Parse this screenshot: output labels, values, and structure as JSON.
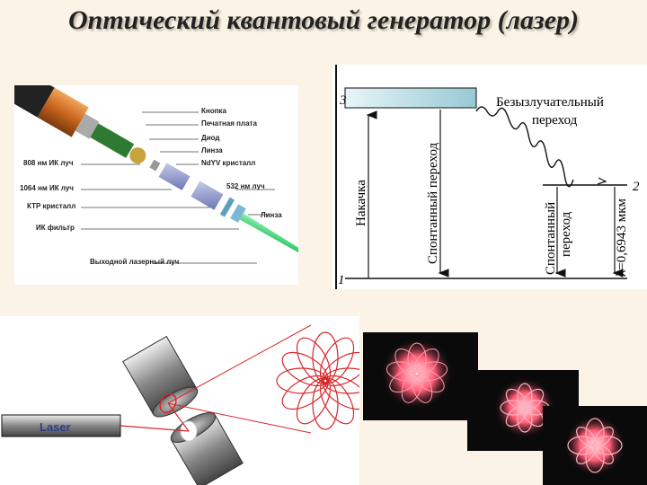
{
  "title": "Оптический квантовый генератор (лазер)",
  "laser_diagram": {
    "labels": {
      "button": "Кнопка",
      "pcb": "Печатная плата",
      "diode": "Диод",
      "lens1": "Линза",
      "crystal": "NdYV кристалл",
      "ir808": "808 нм ИК луч",
      "ir1064": "1064 нм ИК луч",
      "green532": "532 нм луч",
      "ktp": "КТР кристалл",
      "lens2": "Линза",
      "irfilter": "ИК фильтр",
      "output": "Выходной лазерный луч"
    }
  },
  "energy_diagram": {
    "level3": "3",
    "level2": "2",
    "level1": "1",
    "pump": "Накачка",
    "spont_long": "Спонтанный переход",
    "nonrad_1": "Безызлучательный",
    "nonrad_2": "переход",
    "spont_short_1": "Спонтанный",
    "spont_short_2": "переход",
    "wavelength": "λ=0,6943 мкм"
  },
  "bottom": {
    "laser_label": "Laser"
  },
  "colors": {
    "green_beam": "#39d66e",
    "red_pattern": "#d8262b",
    "level_bar": "#bfe3ea",
    "photo_glow": "#ff6d82"
  }
}
